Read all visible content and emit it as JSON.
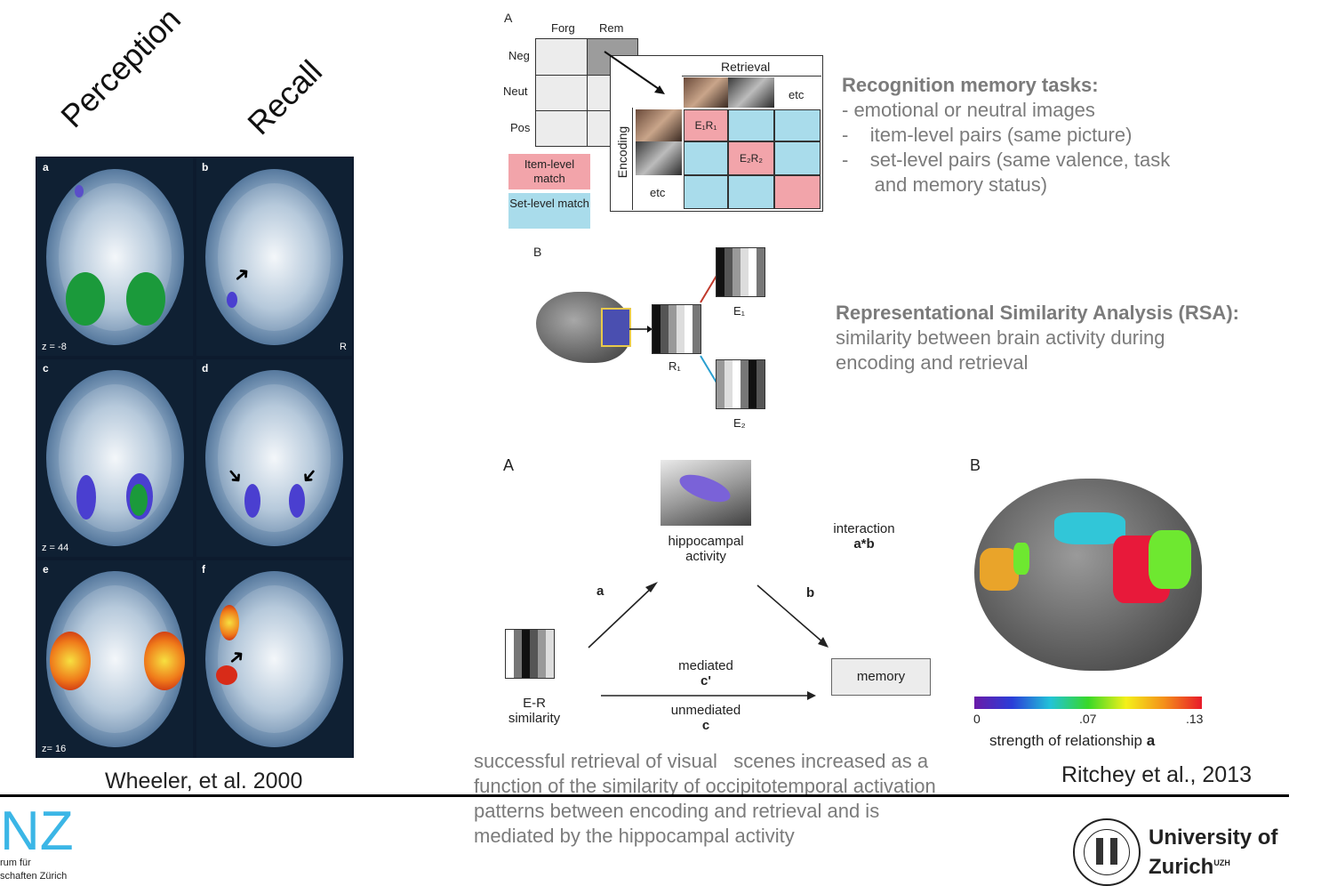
{
  "left": {
    "rotated_labels": [
      "Perception",
      "Recall"
    ],
    "panels": [
      {
        "letter": "a",
        "z": "z = -8"
      },
      {
        "letter": "b",
        "z": "",
        "side": "R"
      },
      {
        "letter": "c",
        "z": "z = 44"
      },
      {
        "letter": "d",
        "z": ""
      },
      {
        "letter": "e",
        "z": "z= 16"
      },
      {
        "letter": "f",
        "z": ""
      }
    ],
    "citation": "Wheeler, et al. 2000"
  },
  "figA": {
    "label": "A",
    "cols": [
      "Forg",
      "Rem"
    ],
    "rows": [
      "Neg",
      "Neut",
      "Pos"
    ],
    "retrieval": "Retrieval",
    "encoding": "Encoding",
    "etc": "etc",
    "e1r1": "E₁R₁",
    "e2r2": "E₂R₂",
    "legend_item": "Item-level match",
    "legend_set": "Set-level match",
    "colors": {
      "item": "#f2a4aa",
      "set": "#a9dceb"
    }
  },
  "figB": {
    "label": "B",
    "r1": "R₁",
    "e1": "E₁",
    "e2": "E₂"
  },
  "recognition": {
    "title": "Recognition memory tasks:",
    "lines": [
      "- emotional or neutral images",
      "-    item-level pairs (same picture)",
      "-    set-level pairs (same valence, task",
      "      and memory status)"
    ]
  },
  "rsa": {
    "title": "Representational Similarity Analysis (RSA):",
    "lines": [
      "similarity between brain activity during",
      "encoding and retrieval"
    ]
  },
  "mediation": {
    "label_a": "A",
    "hippocampal": "hippocampal",
    "activity": "activity",
    "interaction": "interaction",
    "interaction_term": "a*b",
    "path_a": "a",
    "path_b": "b",
    "er": "E-R",
    "similarity": "similarity",
    "mediated": "mediated",
    "mediated_c": "c'",
    "unmediated": "unmediated",
    "unmediated_c": "c",
    "memory": "memory"
  },
  "brainB": {
    "label": "B",
    "scale_ticks": [
      "0",
      ".07",
      ".13"
    ],
    "scale_label": "strength of relationship",
    "scale_label_bold": "a",
    "citation": "Ritchey et al., 2013"
  },
  "caption": [
    "successful retrieval of visual   scenes increased as a",
    "function of the similarity of occipitotemporal activation",
    "patterns between encoding and retrieval and is",
    "mediated by the hippocampal activity"
  ],
  "footer_left": {
    "logo": "NZ",
    "line1": "rum für",
    "line2": "schaften Zürich"
  },
  "footer_right": {
    "line1": "University of",
    "line2": "Zurich",
    "sup": "UZH"
  }
}
